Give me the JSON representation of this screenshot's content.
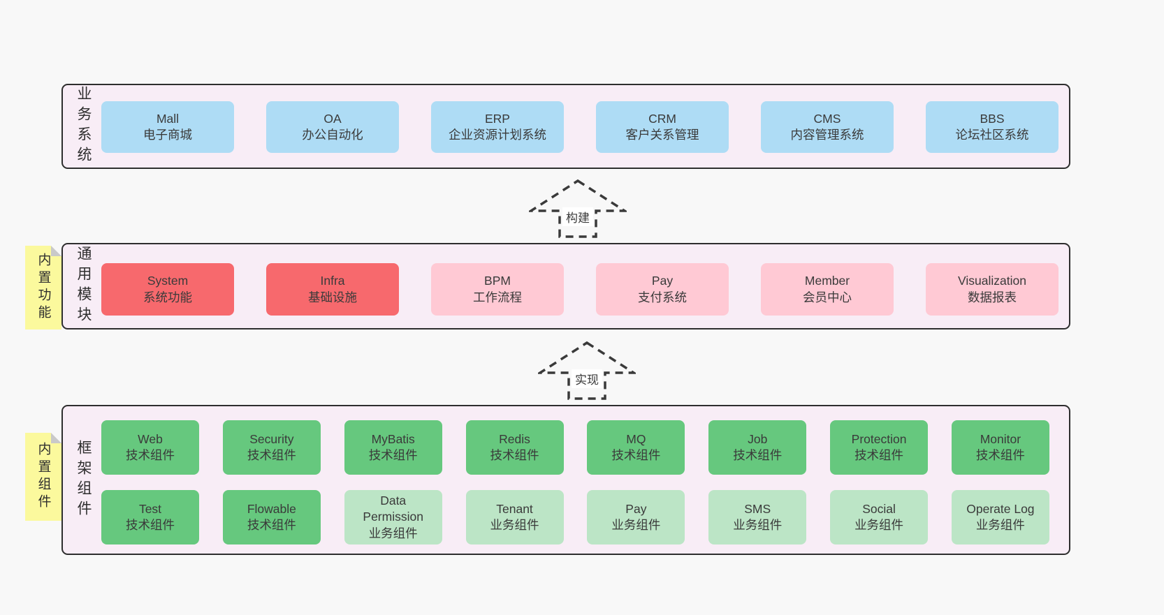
{
  "colors": {
    "page_bg": "#f8f8f8",
    "band_bg": "#f8edf6",
    "band_border": "#2e2e2e",
    "blue_box": "#aedcf5",
    "red_box": "#f7696d",
    "pink_box": "#ffc9d4",
    "green_box": "#66c87e",
    "light_green_box": "#bce5c6",
    "sticky_note": "#fbf99d",
    "sticky_fold": "#c9c9c9",
    "text": "#3a3a3a"
  },
  "arrows": [
    {
      "label": "构建"
    },
    {
      "label": "实现"
    }
  ],
  "bands": {
    "business": {
      "label": "业务系统",
      "items": [
        {
          "name": "Mall",
          "desc": "电子商城"
        },
        {
          "name": "OA",
          "desc": "办公自动化"
        },
        {
          "name": "ERP",
          "desc": "企业资源计划系统"
        },
        {
          "name": "CRM",
          "desc": "客户关系管理"
        },
        {
          "name": "CMS",
          "desc": "内容管理系统"
        },
        {
          "name": "BBS",
          "desc": "论坛社区系统"
        }
      ]
    },
    "modules": {
      "label": "通用模块",
      "note": "内置功能",
      "items": [
        {
          "name": "System",
          "desc": "系统功能"
        },
        {
          "name": "Infra",
          "desc": "基础设施"
        },
        {
          "name": "BPM",
          "desc": "工作流程"
        },
        {
          "name": "Pay",
          "desc": "支付系统"
        },
        {
          "name": "Member",
          "desc": "会员中心"
        },
        {
          "name": "Visualization",
          "desc": "数据报表"
        }
      ]
    },
    "framework": {
      "label": "框架组件",
      "note": "内置组件",
      "row1": [
        {
          "name": "Web",
          "desc": "技术组件"
        },
        {
          "name": "Security",
          "desc": "技术组件"
        },
        {
          "name": "MyBatis",
          "desc": "技术组件"
        },
        {
          "name": "Redis",
          "desc": "技术组件"
        },
        {
          "name": "MQ",
          "desc": "技术组件"
        },
        {
          "name": "Job",
          "desc": "技术组件"
        },
        {
          "name": "Protection",
          "desc": "技术组件"
        },
        {
          "name": "Monitor",
          "desc": "技术组件"
        }
      ],
      "row2": [
        {
          "name": "Test",
          "desc": "技术组件"
        },
        {
          "name": "Flowable",
          "desc": "技术组件"
        },
        {
          "name": "Data Permission",
          "desc": "业务组件"
        },
        {
          "name": "Tenant",
          "desc": "业务组件"
        },
        {
          "name": "Pay",
          "desc": "业务组件"
        },
        {
          "name": "SMS",
          "desc": "业务组件"
        },
        {
          "name": "Social",
          "desc": "业务组件"
        },
        {
          "name": "Operate Log",
          "desc": "业务组件"
        }
      ]
    }
  }
}
